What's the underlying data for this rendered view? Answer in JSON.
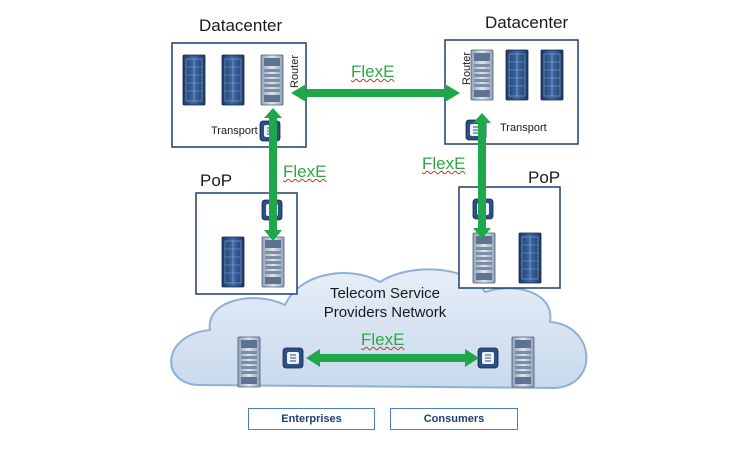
{
  "labels": {
    "datacenter_left": "Datacenter",
    "datacenter_right": "Datacenter",
    "router_left": "Router",
    "router_right": "Router",
    "transport_left": "Transport",
    "transport_right": "Transport",
    "pop_left": "PoP",
    "pop_right": "PoP",
    "cloud_line1": "Telecom Service",
    "cloud_line2": "Providers Network",
    "flexe_top": "FlexE",
    "flexe_left": "FlexE",
    "flexe_right": "FlexE",
    "flexe_cloud": "FlexE"
  },
  "buttons": {
    "enterprises": "Enterprises",
    "consumers": "Consumers"
  },
  "colors": {
    "arrow": "#1ea84a",
    "box_border": "#1f3f6d",
    "cloud": "#dce8f4",
    "device": "#2d4f84",
    "flexe_text": "#2ca843"
  }
}
